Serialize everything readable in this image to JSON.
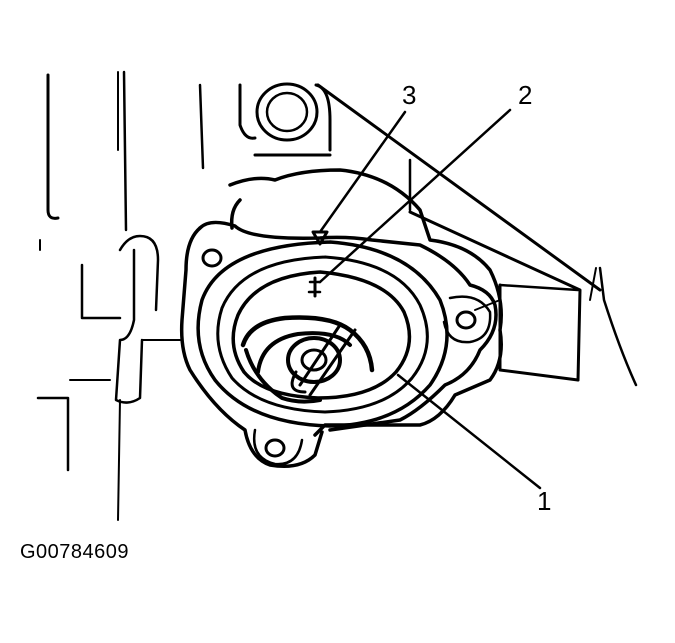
{
  "figure": {
    "id_text": "G00784609",
    "callouts": [
      {
        "key": "3",
        "label": "3"
      },
      {
        "key": "2",
        "label": "2"
      },
      {
        "key": "1",
        "label": "1"
      }
    ]
  },
  "colors": {
    "ink": "#000000",
    "background": "#ffffff"
  }
}
